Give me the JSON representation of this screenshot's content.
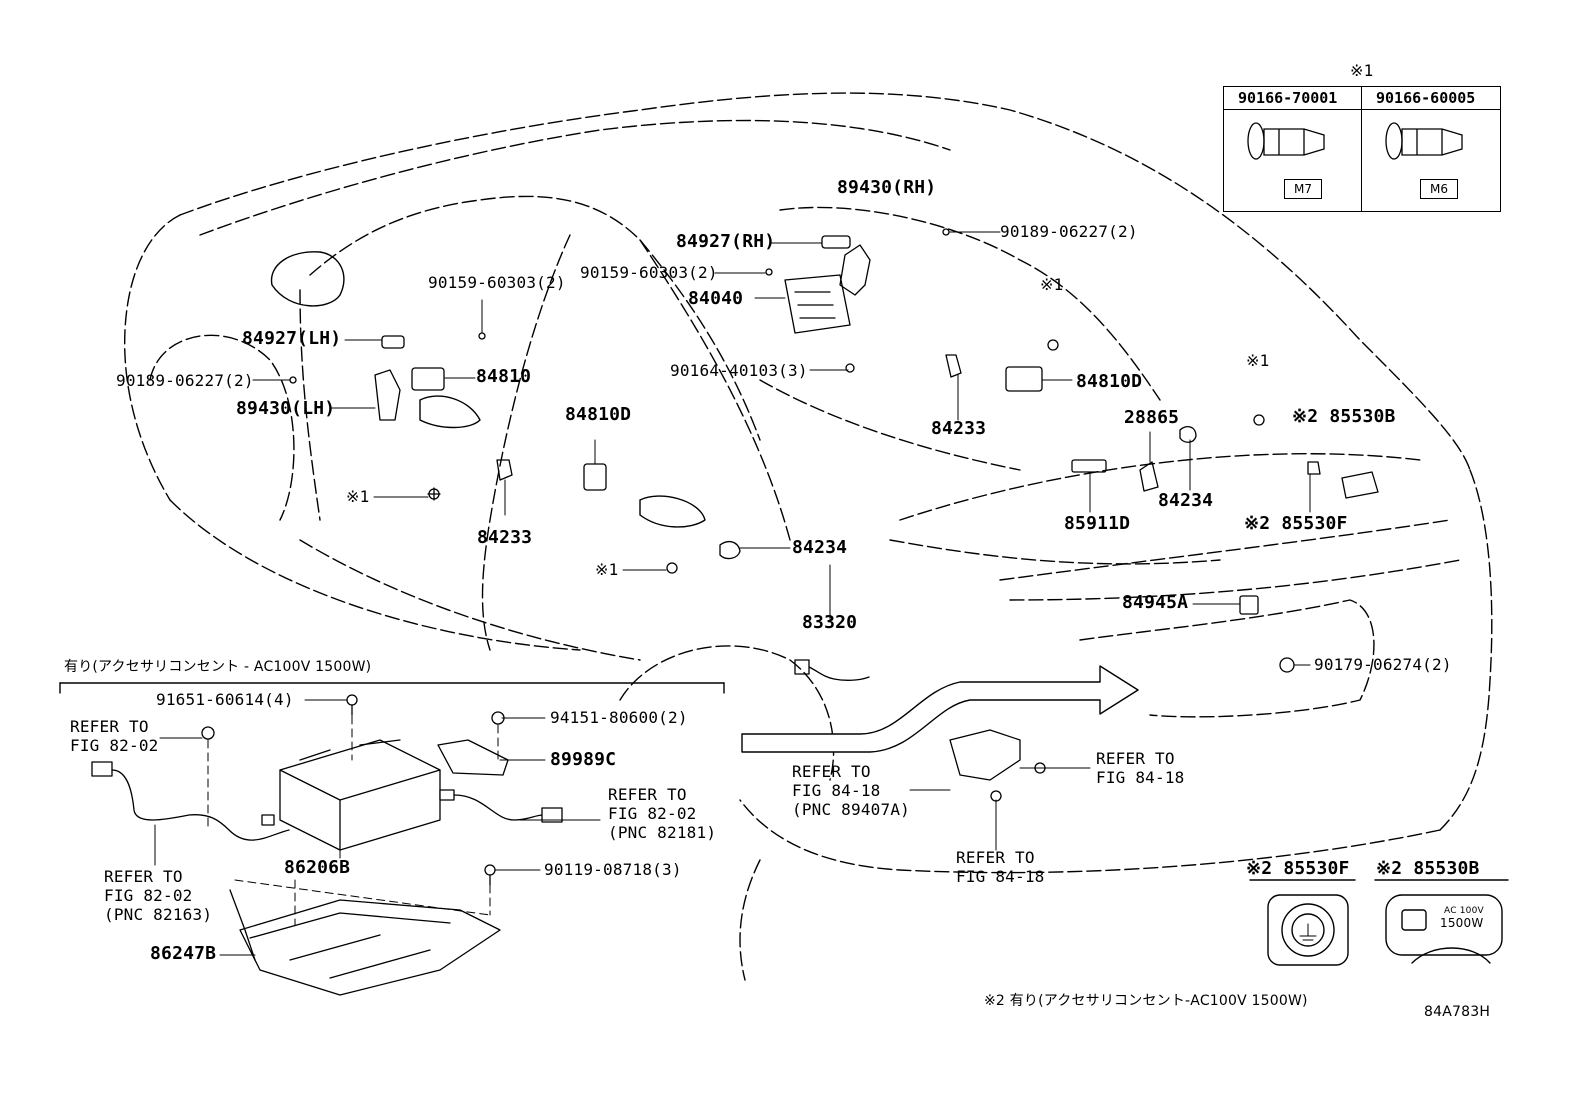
{
  "inset_fastener_table": {
    "header_mark": "※1",
    "columns": [
      {
        "part_no": "90166-70001",
        "size": "M7"
      },
      {
        "part_no": "90166-60005",
        "size": "M6"
      }
    ]
  },
  "callouts": {
    "p89430_rh": "89430(RH)",
    "p84927_rh": "84927(RH)",
    "p90189_06227_rh": "90189-06227(2)",
    "p90159_60303_rh": "90159-60303(2)",
    "p84040": "84040",
    "p90164_40103": "90164-40103(3)",
    "p90159_60303_lh": "90159-60303(2)",
    "p84927_lh": "84927(LH)",
    "p90189_06227_lh": "90189-06227(2)",
    "p84810": "84810",
    "p89430_lh": "89430(LH)",
    "p84810d_left": "84810D",
    "p84233_left": "84233",
    "mark_84233_left": "※1",
    "p84234_mid": "84234",
    "mark_84234_mid": "※1",
    "p83320": "83320",
    "mark_84233_right": "※1",
    "p84233_right": "84233",
    "p84810d_right": "84810D",
    "p28865": "28865",
    "mark_84234_right": "※1",
    "p84234_right": "84234",
    "p85911d": "85911D",
    "p85530b": "※2 85530B",
    "p85530f": "※2 85530F",
    "p84945a": "84945A",
    "p90179_06274": "90179-06274(2)",
    "refer_84_18_a_1": "REFER TO",
    "refer_84_18_a_2": "FIG 84-18",
    "refer_84_18_b_1": "REFER TO",
    "refer_84_18_b_2": "FIG 84-18",
    "refer_84_18_b_3": "(PNC 89407A)",
    "refer_84_18_c_1": "REFER TO",
    "refer_84_18_c_2": "FIG 84-18"
  },
  "accessory_section": {
    "heading": "有り(アクセサリコンセント - AC100V 1500W)",
    "p91651": "91651-60614(4)",
    "p94151": "94151-80600(2)",
    "p89989c": "89989C",
    "refer_82_02_top_1": "REFER TO",
    "refer_82_02_top_2": "FIG 82-02",
    "refer_82_02_right_1": "REFER TO",
    "refer_82_02_right_2": "FIG 82-02",
    "refer_82_02_right_3": "(PNC 82181)",
    "refer_82_02_bottom_1": "REFER TO",
    "refer_82_02_bottom_2": "FIG 82-02",
    "refer_82_02_bottom_3": "(PNC 82163)",
    "p86206b": "86206B",
    "p90119": "90119-08718(3)",
    "p86247b": "86247B"
  },
  "detail_insets": {
    "f_title": "※2 85530F",
    "b_title": "※2 85530B",
    "b_face_text_1": "AC 100V",
    "b_face_text_2": "1500W"
  },
  "footnote": "※2 有り(アクセサリコンセント-AC100V 1500W)",
  "figure_id": "84A783H"
}
